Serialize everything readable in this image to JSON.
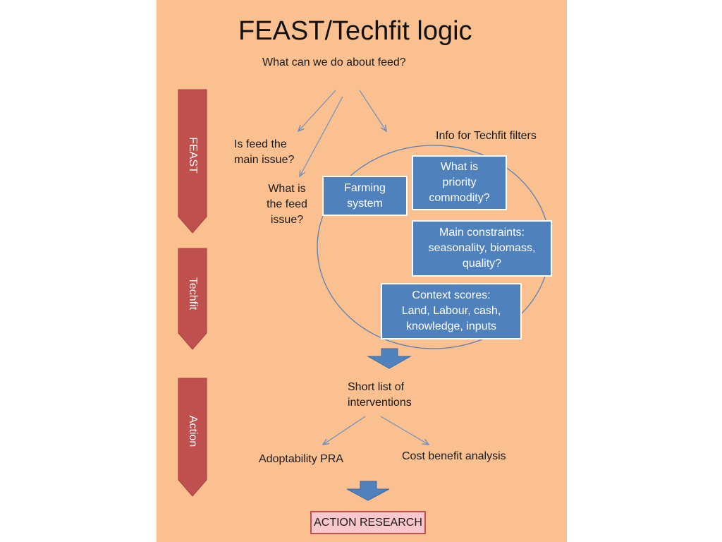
{
  "title": "FEAST/Techfit logic",
  "question": "What can we do about feed?",
  "side_labels": {
    "feast": "FEAST",
    "techfit": "Techfit",
    "action": "Action"
  },
  "left_questions": {
    "q1": "Is feed the\nmain issue?",
    "q2": "What is\nthe feed\nissue?"
  },
  "circle_label": "Info for Techfit filters",
  "boxes": {
    "farming": "Farming\nsystem",
    "priority": "What is\npriority\ncommodity?",
    "constraints": "Main  constraints:\nseasonality, biomass,\nquality?",
    "context": "Context scores:\nLand, Labour, cash,\nknowledge, inputs"
  },
  "shortlist": "Short list of\ninterventions",
  "adoptability": "Adoptability PRA",
  "cost_benefit": "Cost benefit analysis",
  "final": "ACTION RESEARCH",
  "colors": {
    "slide_bg": "#fac090",
    "chevron": "#c0504d",
    "box": "#4f81bd",
    "arrow_line": "#6f8fbf",
    "final_fill": "#f9c8cc"
  }
}
